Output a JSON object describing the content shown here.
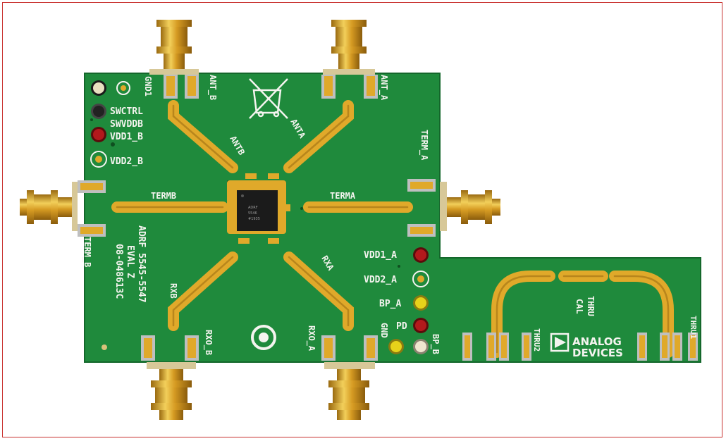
{
  "board": {
    "colors": {
      "pcb": "#1f8a3c",
      "pcb_dark": "#14672b",
      "gold": "#e0a92a",
      "silk": "#f4f4ef",
      "frame": "#c8302e"
    },
    "labels": {
      "gnd1": "GND1",
      "swctrl": "SWCTRL",
      "swvddb": "SWVDDB",
      "vdd1_b": "VDD1_B",
      "vdd2_b": "VDD2_B",
      "ant_b": "ANT_B",
      "ant_a": "ANT_A",
      "antb": "ANTB",
      "anta": "ANTA",
      "term_a": "TERM_A",
      "term_b": "TERM_B",
      "termb": "TERMB",
      "terma": "TERMA",
      "part_line1": "ADRF 5545-5547",
      "part_line2": "EVAL Z",
      "part_line3": "08-048613C",
      "rxb": "RXB",
      "rxa": "RXA",
      "rx0_b": "RXO_B",
      "rx0_a": "RXO_A",
      "vdd1_a": "VDD1_A",
      "vdd2_a": "VDD2_A",
      "bp_a": "BP_A",
      "pd": "PD",
      "gnd": "GND",
      "bp_b": "BP_B",
      "thru": "THRU",
      "cal": "CAL",
      "thru1": "THRU1",
      "thru2": "THRU2",
      "brand_line1": "ANALOG",
      "brand_line2": "DEVICES"
    },
    "test_points": [
      {
        "name": "gnd1",
        "color": "#e8e0c0"
      },
      {
        "name": "swctrl",
        "color": "#222222"
      },
      {
        "name": "vdd1_b",
        "color": "#b3191c"
      },
      {
        "name": "vdd2_b",
        "color": "#1f8a3c"
      },
      {
        "name": "vdd1_a",
        "color": "#b3191c"
      },
      {
        "name": "vdd2_a",
        "color": "#1f8a3c"
      },
      {
        "name": "bp_a",
        "color": "#e7d21a"
      },
      {
        "name": "pd",
        "color": "#b3191c"
      },
      {
        "name": "gnd",
        "color": "#e7d21a"
      },
      {
        "name": "bp_b",
        "color": "#efe6cf"
      }
    ]
  }
}
